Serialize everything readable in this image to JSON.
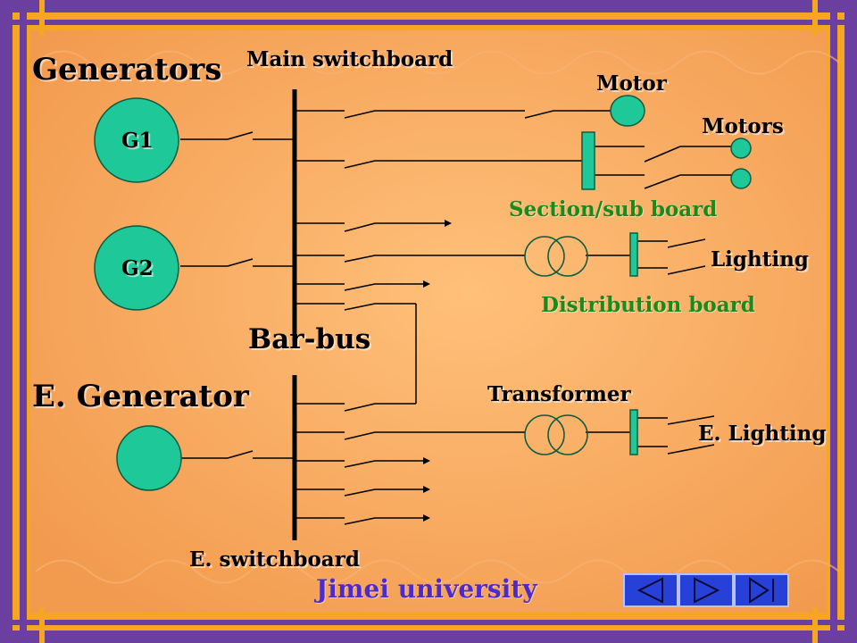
{
  "labels": {
    "generators": "Generators",
    "main_switchboard": "Main switchboard",
    "motor": "Motor",
    "motors": "Motors",
    "section_sub_board": "Section/sub board",
    "lighting": "Lighting",
    "distribution_board": "Distribution board",
    "bar_bus": "Bar-bus",
    "e_generator": "E. Generator",
    "transformer": "Transformer",
    "e_lighting": "E. Lighting",
    "e_switchboard": "E. switchboard",
    "g1": "G1",
    "g2": "G2"
  },
  "footer": {
    "text": "Jimei university"
  },
  "nav": {
    "buttons": [
      {
        "icon": "triangle-left-icon"
      },
      {
        "icon": "triangle-right-icon"
      },
      {
        "icon": "skip-to-end-icon"
      }
    ]
  },
  "colors": {
    "background": "#f6a45c",
    "frame": "#f5a623",
    "frame_accent": "#6b3fa0",
    "component_fill": "#1fc898",
    "component_stroke": "#0c5a40",
    "annotation_green": "#1a8a1a",
    "footer_text": "#4b2bd0",
    "nav_button": "#2741d8"
  }
}
